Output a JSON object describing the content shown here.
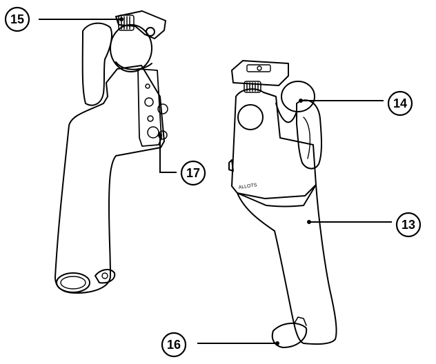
{
  "callouts": [
    {
      "id": "c15",
      "number": "15"
    },
    {
      "id": "c14",
      "number": "14"
    },
    {
      "id": "c17",
      "number": "17"
    },
    {
      "id": "c13",
      "number": "13"
    },
    {
      "id": "c16",
      "number": "16"
    }
  ],
  "grip_right": {
    "brand_label": "ALLOTS"
  },
  "colors": {
    "line": "#000000",
    "background": "#ffffff"
  }
}
